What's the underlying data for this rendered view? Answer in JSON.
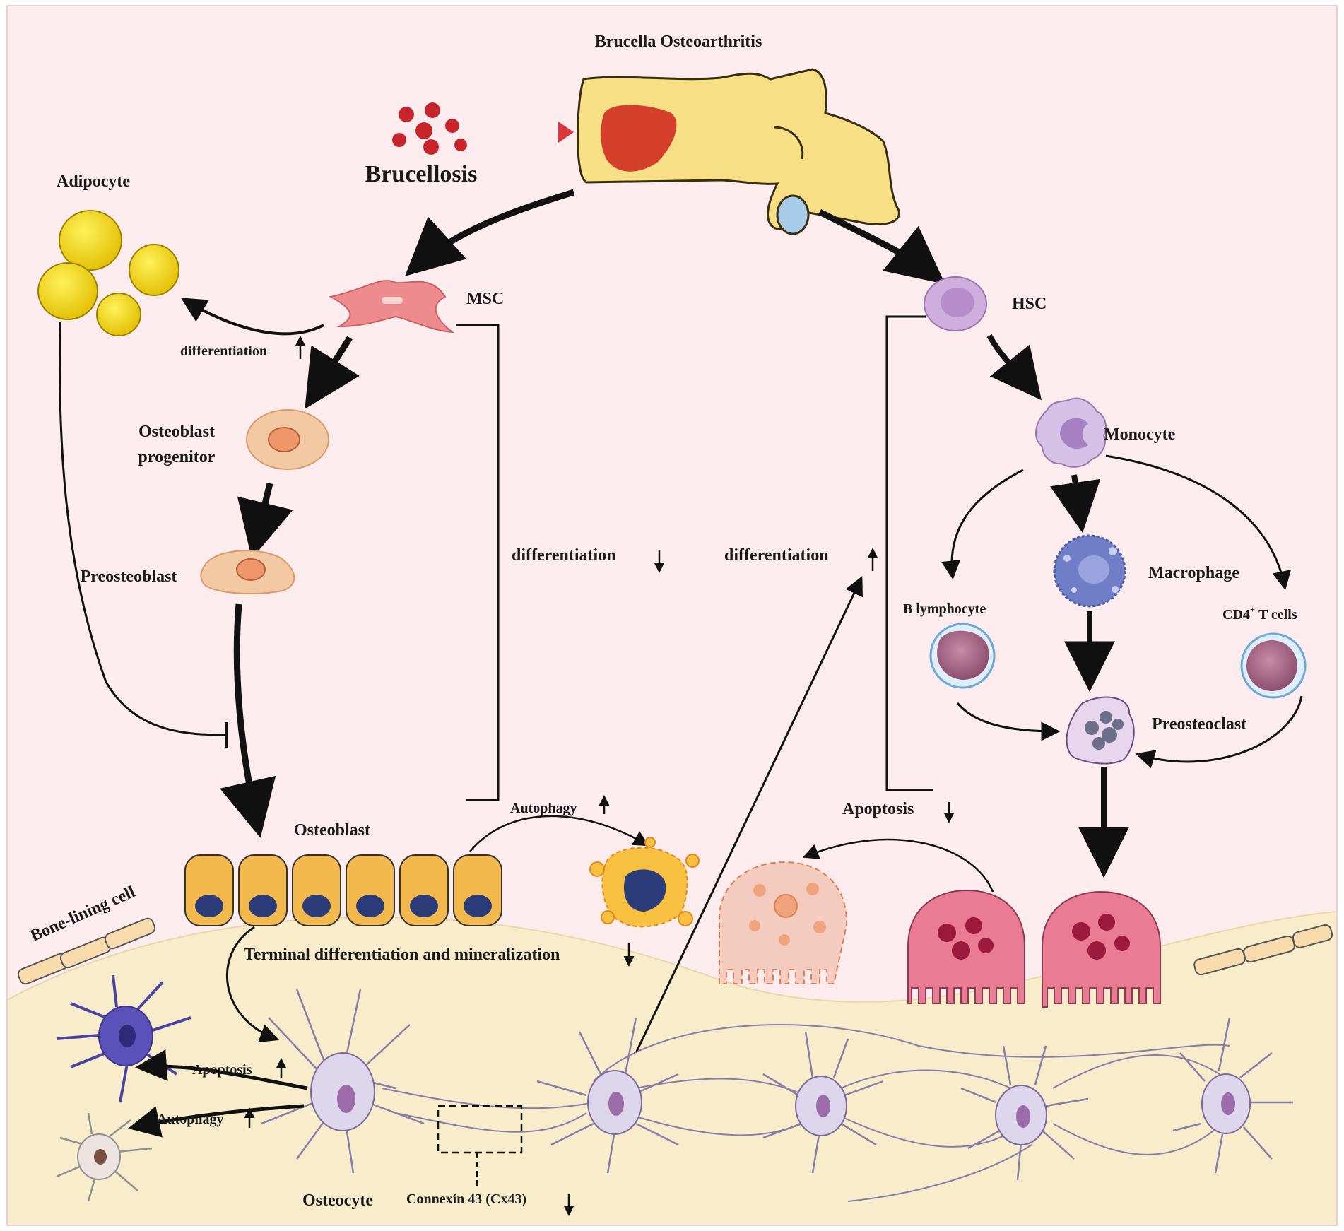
{
  "title": "Brucella Osteoarthritis",
  "labels": {
    "brucellosis": "Brucellosis",
    "adipocyte": "Adipocyte",
    "msc": "MSC",
    "hsc": "HSC",
    "msc_adipo_differentiation": "differentiation",
    "osteoblast_progenitor_line1": "Osteoblast",
    "osteoblast_progenitor_line2": "progenitor",
    "preosteoblast": "Preosteoblast",
    "osteoblast": "Osteoblast",
    "bone_lining_cell": "Bone-lining cell",
    "monocyte": "Monocyte",
    "macrophage": "Macrophage",
    "b_lymphocyte": "B lymphocyte",
    "cd4_t_cells_prefix": "CD4",
    "cd4_t_cells_sup": "+",
    "cd4_t_cells_suffix": " T cells",
    "preosteoclast": "Preosteoclast",
    "msc_differentiation": "differentiation",
    "hsc_differentiation": "differentiation",
    "osteoblast_autophagy": "Autophagy",
    "osteoclast_apoptosis": "Apoptosis",
    "terminal_differentiation": "Terminal differentiation and mineralization",
    "osteocyte_apoptosis": "Apoptosis",
    "osteocyte_autophagy": "Autophagy",
    "osteocyte": "Osteocyte",
    "connexin": "Connexin 43 (Cx43)"
  },
  "indicators": {
    "msc_adipo_differentiation": "up",
    "msc_differentiation": "down",
    "hsc_differentiation": "up",
    "osteoblast_autophagy": "up",
    "osteoclast_apoptosis": "down",
    "terminal_differentiation": "down",
    "osteocyte_apoptosis": "up",
    "osteocyte_autophagy": "up",
    "connexin": "down"
  },
  "colors": {
    "background": "#fdeced",
    "bone_matrix": "#f8eccb",
    "adipocyte": "#f3d417",
    "msc": "#ee8b8f",
    "hsc": "#cfaedd",
    "osteoblast": "#f4b94d",
    "nucleus": "#2c3c78",
    "macrophage": "#6f7ec6",
    "osteoclast": "#e97b95",
    "osteocyte": "#ddd6ec",
    "bacteria": "#c8242b"
  }
}
